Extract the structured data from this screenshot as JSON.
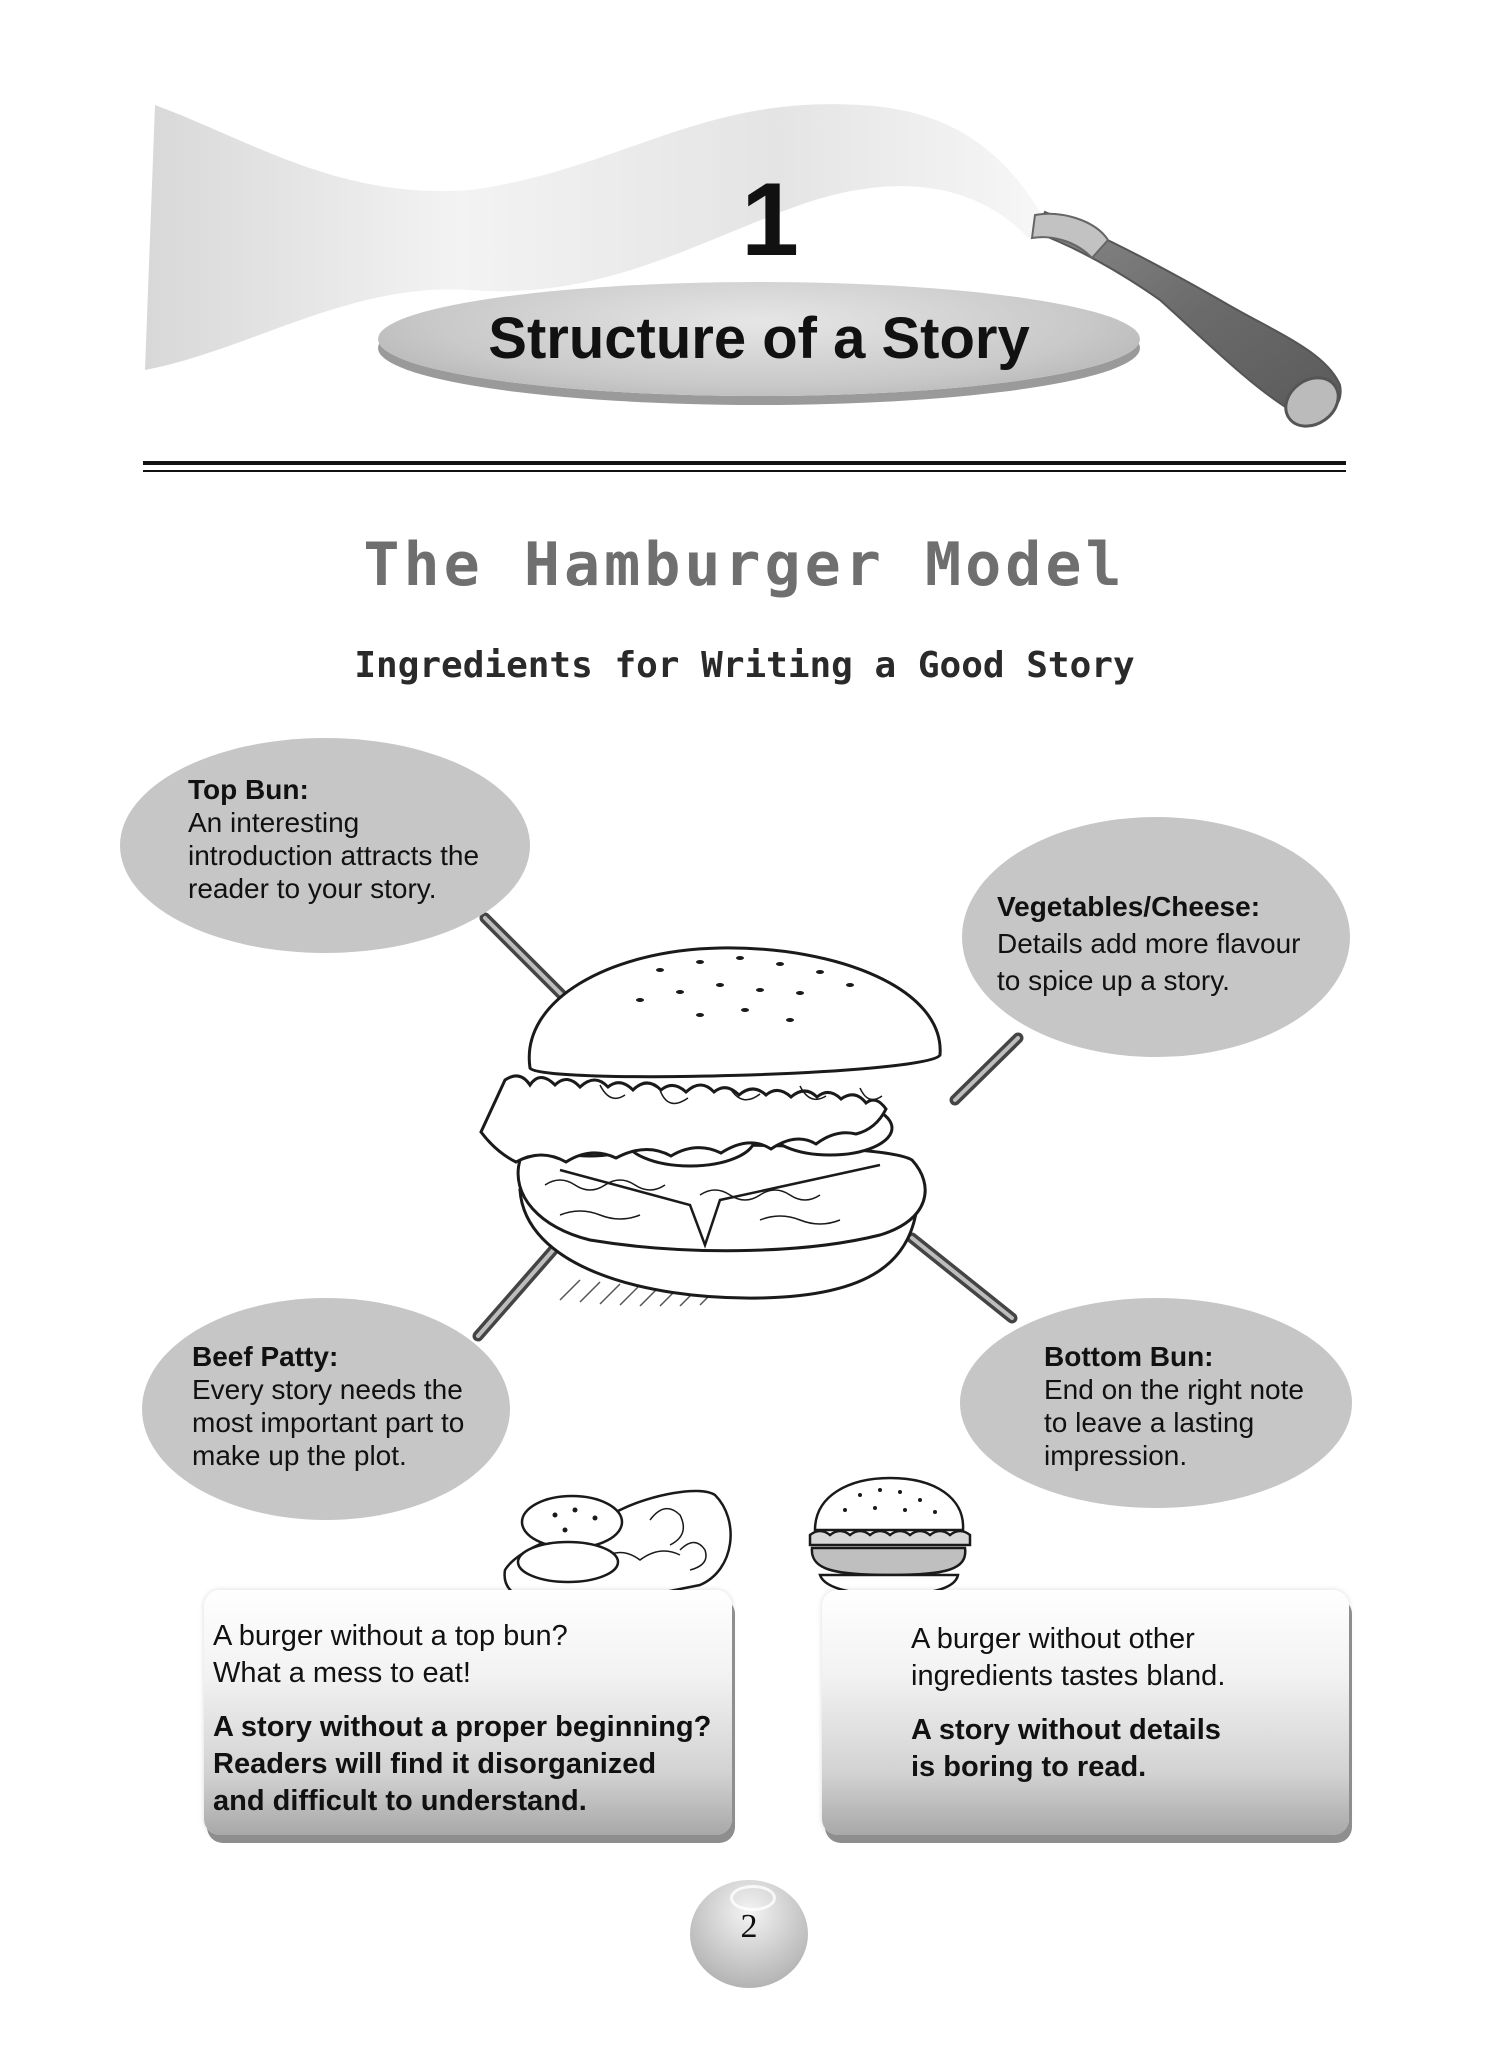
{
  "chapter": {
    "number": "1",
    "title": "Structure of a Story"
  },
  "model": {
    "title": "The Hamburger Model",
    "subtitle": "Ingredients for Writing a Good Story"
  },
  "callouts": {
    "top_bun": {
      "label": "Top Bun:",
      "text": "An interesting\nintroduction attracts the\nreader to your story."
    },
    "vegetables_cheese": {
      "label": "Vegetables/Cheese:",
      "text": "Details add more flavour\nto spice up a story."
    },
    "beef_patty": {
      "label": "Beef Patty:",
      "text": "Every story needs the\nmost important part to\nmake up the plot."
    },
    "bottom_bun": {
      "label": "Bottom Bun:",
      "text": "End on the right note\nto leave a lasting\nimpression."
    }
  },
  "boxes": {
    "left": {
      "plain": "A burger without a top bun?\nWhat a mess to eat!",
      "bold": "A story without a proper beginning?\nReaders will find it disorganized\nand difficult to understand."
    },
    "right": {
      "plain": "A burger without other\ningredients tastes bland.",
      "bold": "A story without details\nis boring to read."
    }
  },
  "page_number": "2",
  "icons": [
    "ribbon-banner",
    "brush-icon",
    "hamburger-illustration",
    "open-burger-icon",
    "small-burger-icon",
    "page-ball-icon"
  ]
}
